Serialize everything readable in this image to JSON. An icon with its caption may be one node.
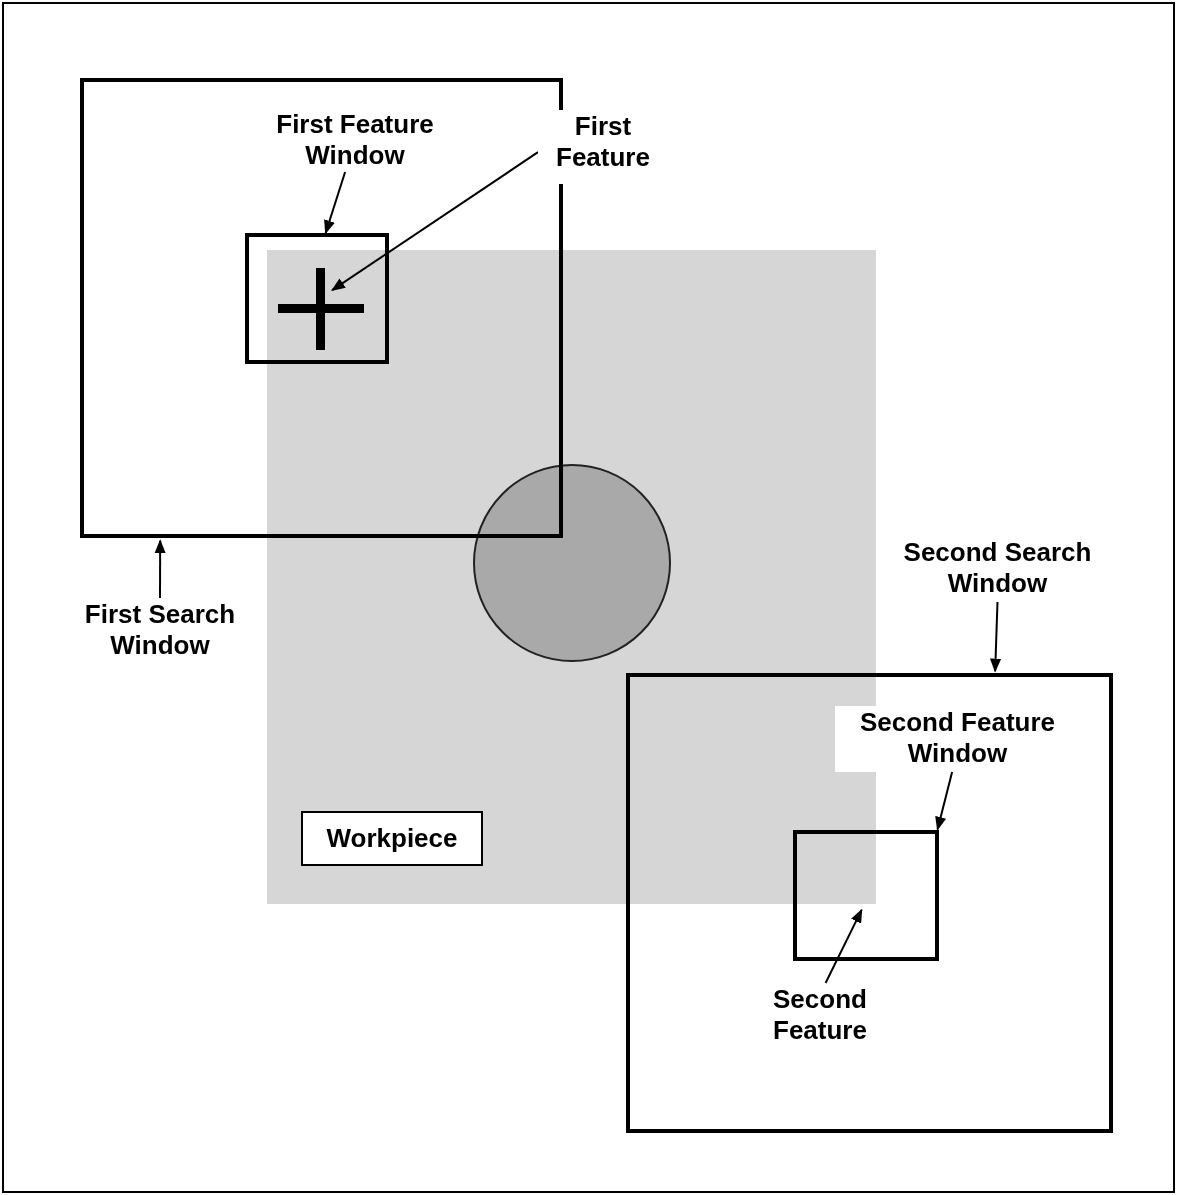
{
  "diagram": {
    "nodes": [
      {
        "text": [],
        "shape": "box"
      },
      {
        "text": [],
        "shape": "box",
        "in": 0
      },
      {
        "text": [],
        "shape": "picture"
      },
      {
        "text": [
          "First Feature Window"
        ],
        "in": 0
      },
      {
        "text": [
          "First Feature"
        ]
      },
      {
        "text": [],
        "shape": "box"
      },
      {
        "text": [],
        "shape": "circle",
        "in": 5
      },
      {
        "text": [
          "Workpiece"
        ],
        "in": 5
      },
      {
        "text": [
          "First Search Window"
        ]
      },
      {
        "text": [
          "Second Search Window"
        ]
      },
      {
        "text": [],
        "shape": "box"
      },
      {
        "text": [
          "Second Feature Window"
        ],
        "in": 10
      },
      {
        "text": [],
        "shape": "box",
        "in": 10
      },
      {
        "text": [
          "Second Feature"
        ],
        "in": 10
      }
    ],
    "edges": [
      {
        "from": 8,
        "to": 0,
        "arrow": "to"
      },
      {
        "from": 3,
        "to": 1,
        "arrow": "to"
      },
      {
        "from": 4,
        "to": 2,
        "arrow": "to"
      },
      {
        "from": 9,
        "to": 10,
        "arrow": "to"
      },
      {
        "from": 11,
        "to": 12,
        "arrow": "to"
      },
      {
        "from": 13,
        "to": 12,
        "arrow": "to"
      }
    ]
  }
}
